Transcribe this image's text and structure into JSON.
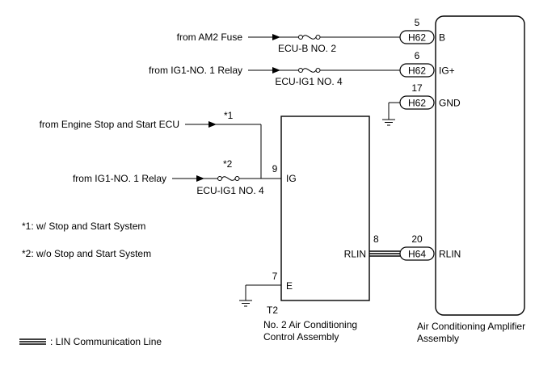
{
  "sources": {
    "am2_fuse": "from AM2 Fuse",
    "ig1_relay_top": "from IG1-NO. 1 Relay",
    "engine_ecu": "from Engine Stop and Start ECU",
    "ig1_relay_bottom": "from IG1-NO. 1 Relay"
  },
  "fuses": {
    "ecu_b": "ECU-B NO. 2",
    "ecu_ig1_top": "ECU-IG1 NO. 4",
    "ecu_ig1_bottom": "ECU-IG1 NO. 4"
  },
  "amplifier": {
    "name_line1": "Air Conditioning Amplifier",
    "name_line2": "Assembly",
    "pins": [
      {
        "number": "5",
        "connector": "H62",
        "terminal": "B"
      },
      {
        "number": "6",
        "connector": "H62",
        "terminal": "IG+"
      },
      {
        "number": "17",
        "connector": "H62",
        "terminal": "GND"
      },
      {
        "number": "20",
        "connector": "H64",
        "terminal": "RLIN"
      }
    ]
  },
  "control": {
    "connector": "T2",
    "name_line1": "No. 2 Air Conditioning",
    "name_line2": "Control Assembly",
    "pins": [
      {
        "number": "9",
        "terminal": "IG"
      },
      {
        "number": "8",
        "terminal": "RLIN"
      },
      {
        "number": "7",
        "terminal": "E"
      }
    ]
  },
  "notes": {
    "mark1": "*1",
    "mark2": "*2",
    "note1": "*1: w/ Stop and Start System",
    "note2": "*2: w/o Stop and Start System"
  },
  "legend": {
    "lin_line": ": LIN Communication Line"
  }
}
